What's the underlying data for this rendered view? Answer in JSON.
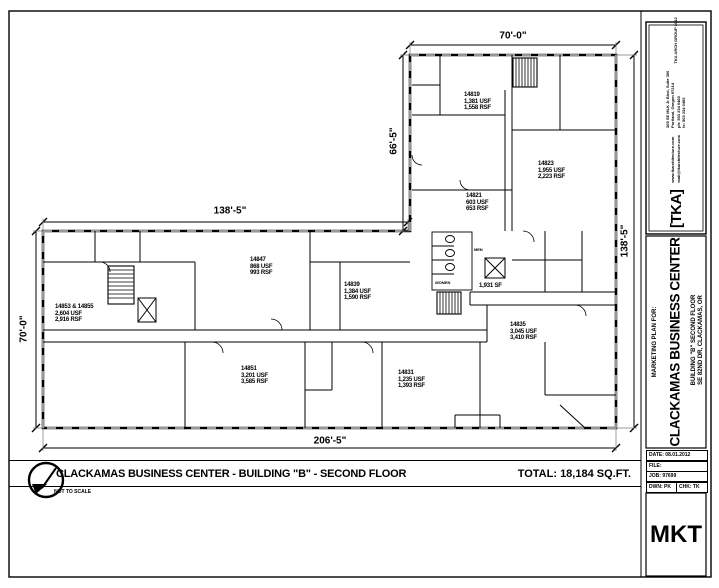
{
  "sheet": {
    "plan_title": "CLACKAMAS BUSINESS CENTER - BUILDING \"B\" - SECOND FLOOR",
    "total_label": "TOTAL: 18,184 SQ.FT.",
    "scale_note": "NOT TO SCALE",
    "sheet_code": "MKT"
  },
  "dimensions": {
    "top_wing_width": "70'-0\"",
    "top_wing_depth": "66'-5\"",
    "west_wing_top": "138'-5\"",
    "west_depth": "70'-0\"",
    "east_depth": "138'-5\"",
    "south_width": "206'-5\""
  },
  "suites": [
    {
      "id": "14819",
      "usf": "1,381 USF",
      "rsf": "1,558 RSF"
    },
    {
      "id": "14823",
      "usf": "1,955 USF",
      "rsf": "2,223 RSF"
    },
    {
      "id": "14821",
      "usf": "603 USF",
      "rsf": "653 RSF"
    },
    {
      "id": "14847",
      "usf": "868 USF",
      "rsf": "993 RSF"
    },
    {
      "id": "14853 & 14855",
      "usf": "2,604 USF",
      "rsf": "2,916 RSF"
    },
    {
      "id": "14839",
      "usf": "1,384 USF",
      "rsf": "1,590 RSF"
    },
    {
      "id": "14851",
      "usf": "3,201 USF",
      "rsf": "3,585 RSF"
    },
    {
      "id": "14831",
      "usf": "1,235 USF",
      "rsf": "1,393 RSF"
    },
    {
      "id": "14835",
      "usf": "3,045 USF",
      "rsf": "3,410 RSF"
    }
  ],
  "common_area_label": "1,931 SF",
  "room_labels": {
    "women": "WOMEN",
    "men": "MEN"
  },
  "title_block": {
    "firm_logo": "[TKA]",
    "firm_lines": [
      "www.tkarchitecture.com",
      "mail@tkarchitecture.com",
      "305 SE MLK Jr Blvd, Suite 300",
      "Portland, Oregon 97214",
      "ph: 503 234 0460",
      "fx: 503 234 0493",
      "TKA ARCH GROUP 2012"
    ],
    "project_label": "MARKETING PLAN FOR:",
    "project_name": "CLACKAMAS BUSINESS CENTER",
    "project_line2": "BUILDING \"B\" SECOND FLOOR",
    "project_line3": "SE 82ND DR, CLACKAMAS, OR",
    "date": "DATE: 08.01.2012",
    "file": "FILE:",
    "job": "JOB: 97699",
    "drawn": "DWN: PK",
    "checked": "CHK: TK"
  }
}
